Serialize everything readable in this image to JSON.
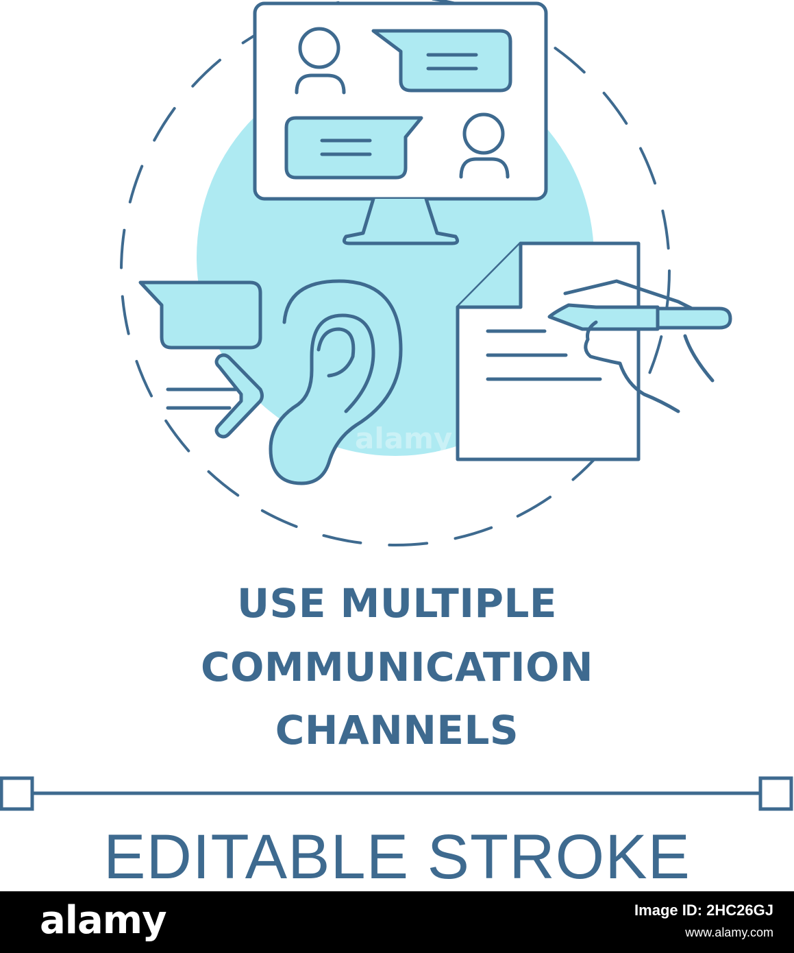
{
  "title": {
    "line1": "USE MULTIPLE",
    "line2": "COMMUNICATION",
    "line3": "CHANNELS"
  },
  "subtitle": "EDITABLE STROKE",
  "watermark": "alamy",
  "footer": {
    "logo": "alamy",
    "image_id": "Image ID: 2HC26GJ",
    "url": "www.alamy.com"
  },
  "colors": {
    "stroke": "#3e6a8f",
    "fill": "#aeeaf2",
    "background": "#ffffff",
    "footer": "#000000"
  },
  "icons": [
    "monitor-icon",
    "user-icon",
    "chat-bubble-icon",
    "ear-icon",
    "arrow-right-icon",
    "document-icon",
    "hand-with-pen-icon"
  ]
}
